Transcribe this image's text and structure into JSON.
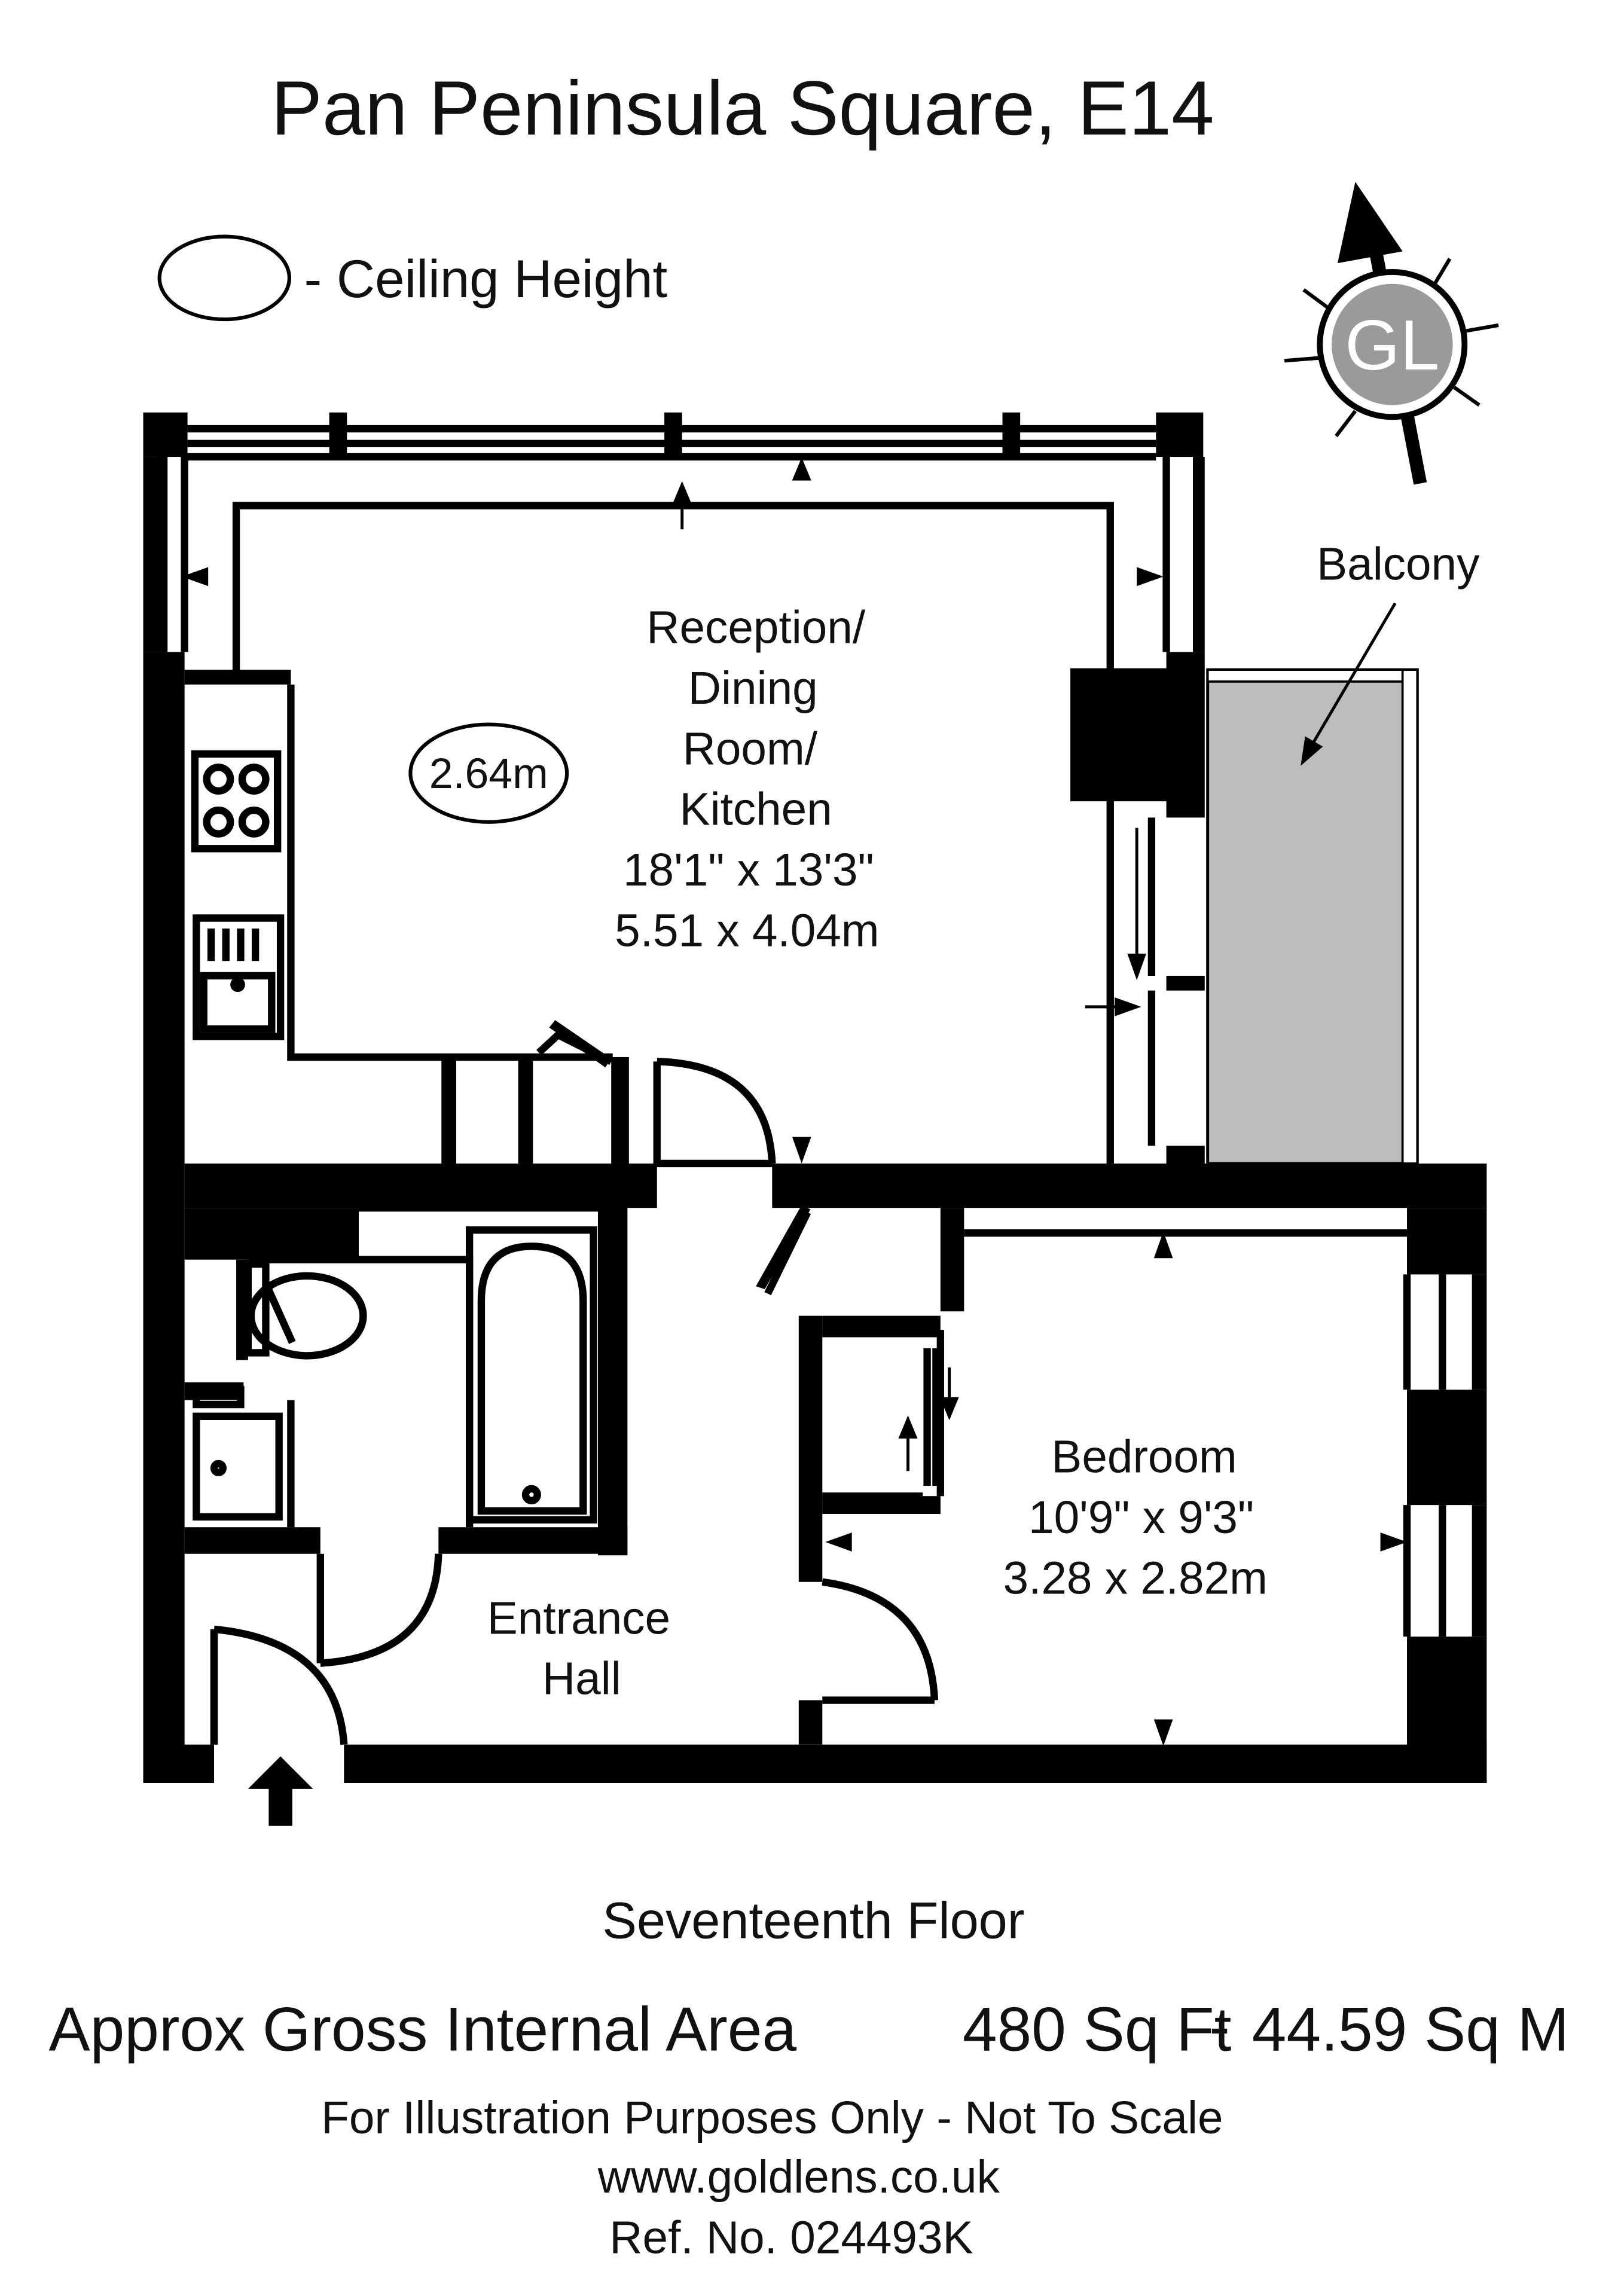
{
  "title": "Pan Peninsula Square, E14",
  "legend": {
    "label": "- Ceiling Height"
  },
  "compass": {
    "logo_text": "GL",
    "icon": "north-arrow-compass-icon"
  },
  "rooms": {
    "reception": {
      "name_lines": [
        "Reception/",
        "Dining",
        "Room/",
        "Kitchen"
      ],
      "imperial": "18'1\" x 13'3\"",
      "metric": "5.51 x 4.04m",
      "ceiling_height": "2.64m"
    },
    "bedroom": {
      "name": "Bedroom",
      "imperial": "10'9\" x 9'3\"",
      "metric": "3.28 x 2.82m"
    },
    "entrance": {
      "name_lines": [
        "Entrance",
        "Hall"
      ]
    },
    "balcony": {
      "name": "Balcony"
    }
  },
  "floor_label": "Seventeenth Floor",
  "area": {
    "label": "Approx Gross Internal Area",
    "sq_ft": "480 Sq Ft",
    "separator": "-",
    "sq_m": "44.59 Sq M"
  },
  "footer": {
    "disclaimer": "For Illustration Purposes Only - Not To Scale",
    "website": "www.goldlens.co.uk",
    "reference": "Ref. No. 024493K"
  },
  "colors": {
    "wall": "#000000",
    "balcony_fill": "#bdbdbd",
    "logo_fill": "#9a9a9a"
  }
}
